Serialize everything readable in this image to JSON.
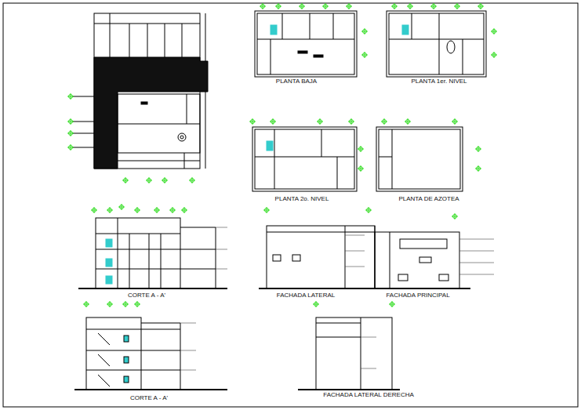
{
  "diagram": {
    "labels": [
      "PLANTA BAJA",
      "PLANTA 1er. NIVEL",
      "PLANTA 2o. NIVEL",
      "PLANTA DE AZOTEA",
      "CORTE A - A'",
      "FACHADA LATERAL",
      "FACHADA PRINCIPAL",
      "CORTE A - A'",
      "FACHADA LATERAL DERECHA"
    ]
  }
}
